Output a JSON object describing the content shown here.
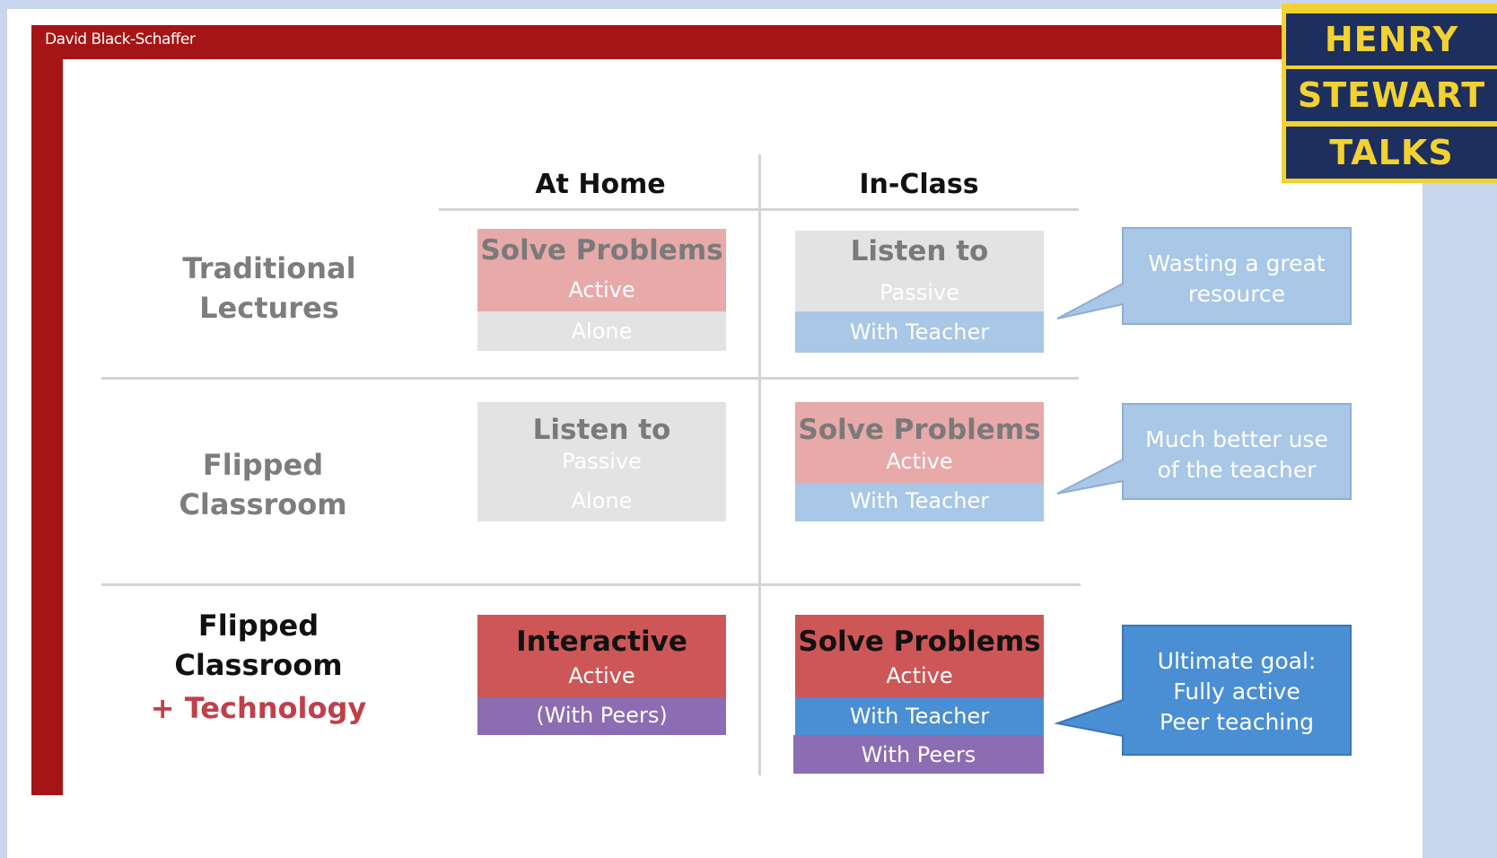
{
  "header": {
    "author": "David Black-Schaffer"
  },
  "logo": {
    "lines": [
      "HENRY",
      "STEWART",
      "TALKS"
    ]
  },
  "columns": {
    "at_home": "At Home",
    "in_class": "In-Class"
  },
  "rows": [
    {
      "label": [
        "Traditional",
        "Lectures"
      ],
      "home": {
        "title": "Solve Problems",
        "lines": [
          "Active",
          "Alone"
        ]
      },
      "class": {
        "title": "Listen to Lecture",
        "lines": [
          "Passive",
          "With Teacher"
        ]
      },
      "callout": [
        "Wasting a great",
        "resource"
      ]
    },
    {
      "label": [
        "Flipped",
        "Classroom"
      ],
      "home": {
        "title": "Listen to Lecture",
        "lines": [
          "Passive",
          "Alone"
        ]
      },
      "class": {
        "title": "Solve Problems",
        "lines": [
          "Active",
          "With Teacher"
        ]
      },
      "callout": [
        "Much better use",
        "of the teacher"
      ]
    },
    {
      "label": [
        "Flipped",
        "Classroom",
        "+ Technology"
      ],
      "home": {
        "title": "Interactive Lecture",
        "lines": [
          "Active",
          "(With Peers)"
        ]
      },
      "class": {
        "title": "Solve Problems",
        "lines": [
          "Active",
          "With Teacher",
          "With Peers"
        ]
      },
      "callout": [
        "Ultimate goal:",
        "Fully active",
        "Peer teaching"
      ]
    }
  ],
  "colors": {
    "frame_red": "#a61515",
    "logo_navy": "#1c2f5e",
    "logo_yellow": "#f2d230",
    "active_pink": "#e8a9a9",
    "passive_gray": "#e3e3e3",
    "teacher_lightblue": "#a9c7e6",
    "active_red": "#cd5757",
    "teacher_blue": "#4a8ed3",
    "peers_purple": "#8c6cb2"
  }
}
